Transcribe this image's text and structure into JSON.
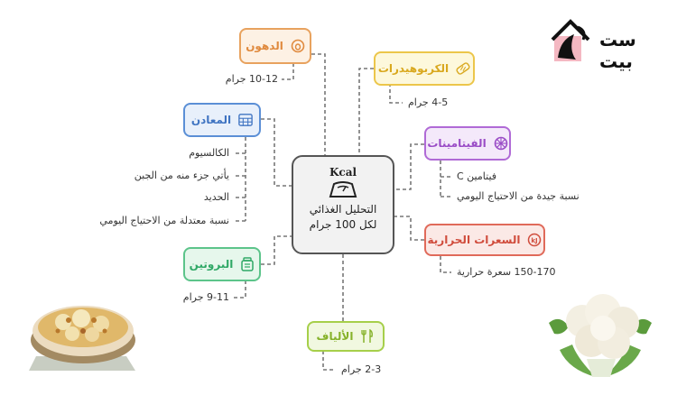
{
  "brand": {
    "name": "ست بيت"
  },
  "center": {
    "kcal": "Kcal",
    "line1": "التحليل الغذائي",
    "line2": "لكل 100 جرام"
  },
  "nodes": {
    "fats": {
      "label": "الدهون",
      "color": "#e8a25e",
      "bg": "#fdf1e4",
      "icon": "egg-icon",
      "leaves": [
        "10-12 جرام"
      ]
    },
    "carbs": {
      "label": "الكربوهيدرات",
      "color": "#ecc64a",
      "bg": "#fdf8dc",
      "icon": "bread-icon",
      "leaves": [
        "4-5 جرام"
      ]
    },
    "minerals": {
      "label": "المعادن",
      "color": "#5b8fd6",
      "bg": "#e8f0fb",
      "icon": "calculator-icon",
      "leaves": [
        "الكالسيوم",
        "يأتي جزء منه من الجبن",
        "الحديد",
        "نسبة معتدلة من الاحتياج اليومي"
      ]
    },
    "vitamins": {
      "label": "الفيتامينات",
      "color": "#b06ad6",
      "bg": "#f4e9fa",
      "icon": "orange-slice-icon",
      "leaves": [
        "فيتامين C",
        "نسبة جيدة من الاحتياج اليومي"
      ]
    },
    "calories": {
      "label": "السعرات الحرارية",
      "color": "#e06a5a",
      "bg": "#fbe9e6",
      "icon": "kj-icon",
      "leaves": [
        "150-170 سعرة حرارية"
      ]
    },
    "protein": {
      "label": "البروتين",
      "color": "#5cc48a",
      "bg": "#e6f7ec",
      "icon": "jar-icon",
      "leaves": [
        "9-11 جرام"
      ]
    },
    "fiber": {
      "label": "الألياف",
      "color": "#a6cf4a",
      "bg": "#f1f8e0",
      "icon": "cutlery-icon",
      "leaves": [
        "2-3 جرام"
      ]
    }
  }
}
